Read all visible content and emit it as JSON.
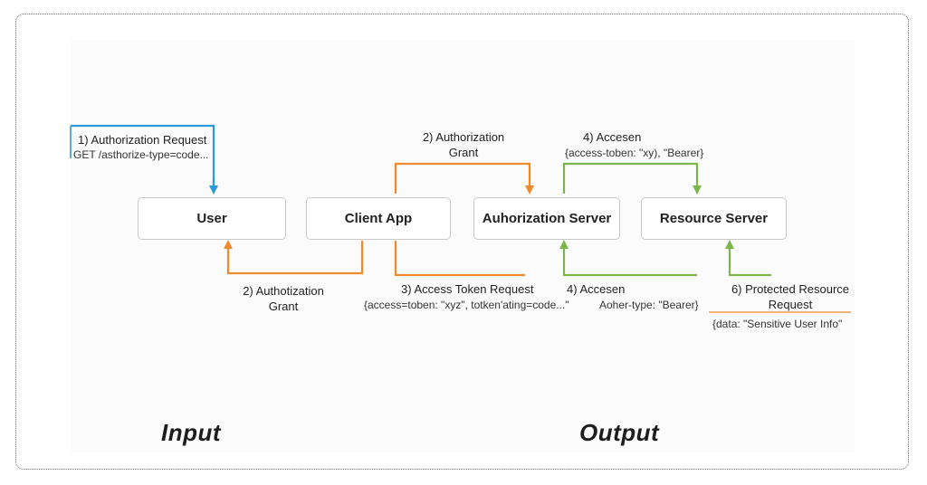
{
  "nodes": {
    "user": "User",
    "client_app": "Client App",
    "auth_server": "Auhorization Server",
    "resource_server": "Resource Server"
  },
  "labels": {
    "auth_request_title": "1) Authorization Request",
    "auth_request_sub": "GET /asthorize-type=code...",
    "grant_top_line1": "2) Authorization",
    "grant_top_line2": "Grant",
    "access_top_title": "4) Accesen",
    "access_top_sub": "{access-toben: \"xy), \"Bearer}",
    "grant_bottom_line1": "2) Authotization",
    "grant_bottom_line2": "Grant",
    "token_request_title": "3) Access Token Request",
    "token_request_sub": "{access=toben: \"xyz\", totken'ating=code...\"",
    "access_bottom_title": "4) Accesen",
    "access_bottom_sub": "Aoher-type: \"Bearer}",
    "protected_line1": "6) Protected Resource",
    "protected_line2": "Request",
    "protected_sub": "{data: \"Sensitive User Info\""
  },
  "captions": {
    "input": "Input",
    "output": "Output"
  },
  "colors": {
    "blue": "#2a9ad8",
    "orange": "#ee8a2c",
    "green": "#7cb648"
  }
}
